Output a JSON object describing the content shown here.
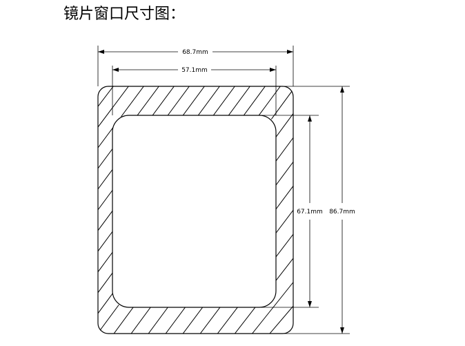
{
  "page": {
    "title": "镜片窗口尺寸图："
  },
  "dimensions": {
    "outer_width": "68.7mm",
    "inner_width": "57.1mm",
    "inner_height": "67.1mm",
    "outer_height": "86.7mm"
  },
  "colors": {
    "line": "#000000",
    "background": "#ffffff"
  }
}
